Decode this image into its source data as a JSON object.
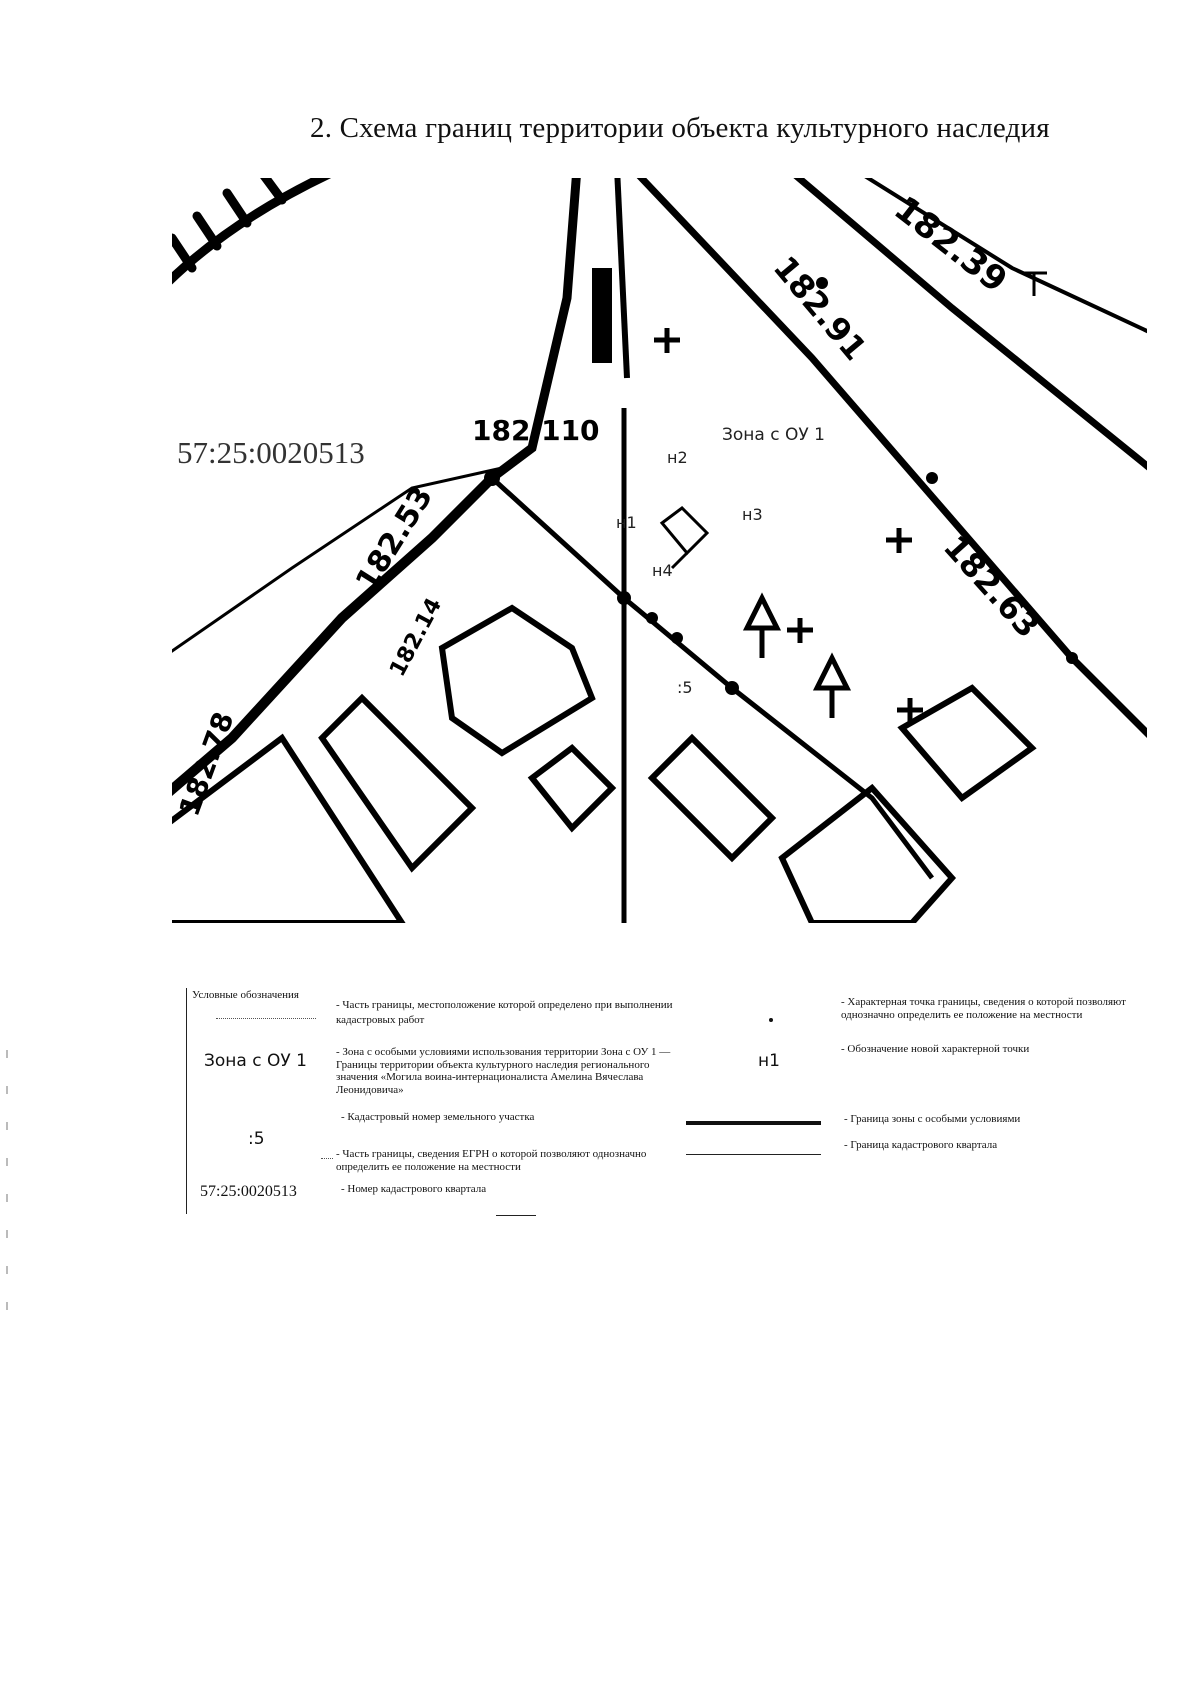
{
  "title": "2. Схема границ территории объекта культурного наследия",
  "map": {
    "labels": {
      "kvartal": "57:25:0020513",
      "zona": "Зона с ОУ 1",
      "n1": "н1",
      "n2": "н2",
      "n3": "н3",
      "n4": "н4",
      "uchastok": ":5",
      "num_182_110": "182.110",
      "num_182_53": "182.53",
      "num_182_39": "182.39",
      "num_182_91": "182.91",
      "num_182_63": "182.63",
      "num_182_78": "182.78",
      "num_182_14": "182.14"
    }
  },
  "legend": {
    "heading": "Условные обозначения",
    "items": [
      {
        "symbol": "",
        "text": "- Часть границы, местоположение которой определено при выполнении кадастровых работ"
      },
      {
        "symbol": "Зона с ОУ 1",
        "text": "- Зона с особыми условиями использования территории Зона с ОУ 1 — Границы территории объекта культурного наследия регионального значения «Могила воина-интернационалиста Амелина Вячеслава Леонидовича»"
      },
      {
        "symbol": ":5",
        "text": "- Кадастровый номер земельного участка"
      },
      {
        "symbol": "",
        "text": "- Часть границы, сведения ЕГРН о которой позволяют однозначно определить ее положение на местности"
      },
      {
        "symbol": "57:25:0020513",
        "text": "- Номер кадастрового квартала"
      },
      {
        "symbol": "•",
        "text": "- Характерная точка границы, сведения о которой позволяют однозначно определить ее положение на местности"
      },
      {
        "symbol": "н1",
        "text": "- Обозначение новой характерной точки"
      },
      {
        "symbol": "",
        "text": "- Граница зоны с особыми условиями"
      },
      {
        "symbol": "",
        "text": "- Граница кадастрового квартала"
      }
    ]
  }
}
